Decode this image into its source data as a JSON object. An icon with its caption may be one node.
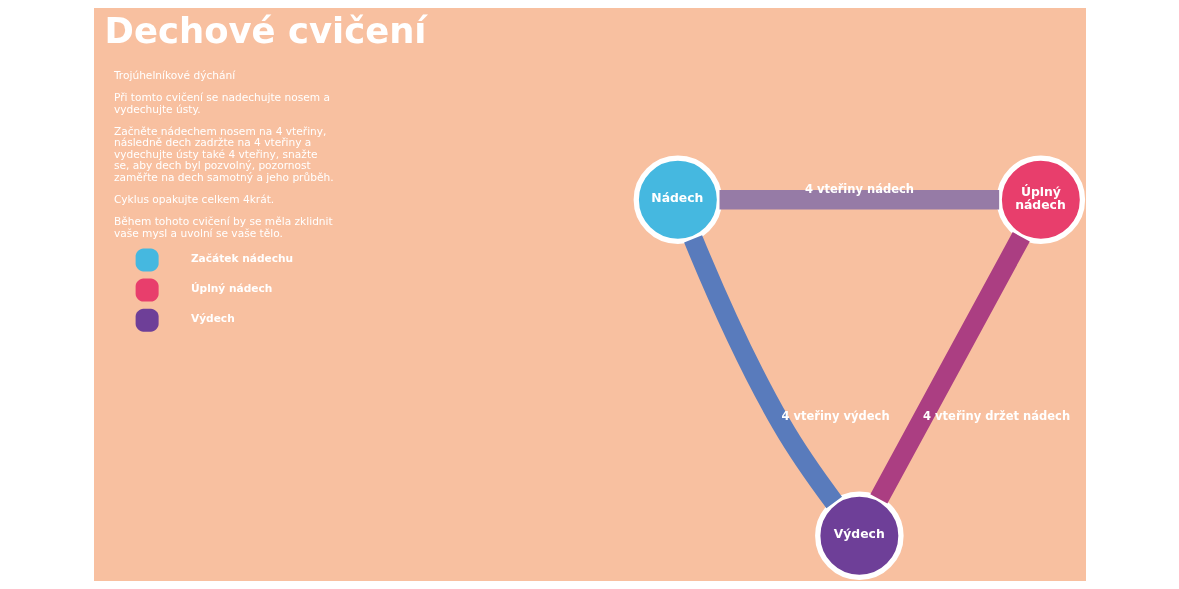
{
  "diagram": {
    "title": "Dechové cvičení",
    "nodes": [
      {
        "text": [
          "Nádech"
        ]
      },
      {
        "text": [
          "Úplný nádech"
        ]
      },
      {
        "text": [
          "Výdech"
        ]
      }
    ],
    "edges": [
      {
        "from": 0,
        "to": 1,
        "arrow": "none",
        "label": "4 vteřiny nádech"
      },
      {
        "from": 1,
        "to": 2,
        "arrow": "none",
        "label": "4 vteřiny držet nádech"
      },
      {
        "from": 2,
        "to": 0,
        "arrow": "none",
        "label": "4 vteřiny výdech"
      }
    ],
    "labels": [
      "Trojúhelníkové dýchání",
      "Při tomto cvičení se nadechujte nosem a vydechujte ústy.",
      "Začněte nádechem nosem na 4 vteřiny, následně dech zadržte na 4 vteřiny a vydechujte ústy také 4 vteřiny, snažte se, aby dech byl pozvolný, pozornost zaměřte na dech samotný a jeho průběh.",
      "Cyklus opakujte celkem 4krát.",
      "Během tohoto cvičení by se měla zklidnit vaše mysl a uvolní se vaše tělo."
    ],
    "legend": [
      {
        "text": "Začátek nádechu",
        "color": "#45b8e0"
      },
      {
        "text": "Úplný nádech",
        "color": "#e83e6c"
      },
      {
        "text": "Výdech",
        "color": "#6e3f98"
      }
    ]
  }
}
